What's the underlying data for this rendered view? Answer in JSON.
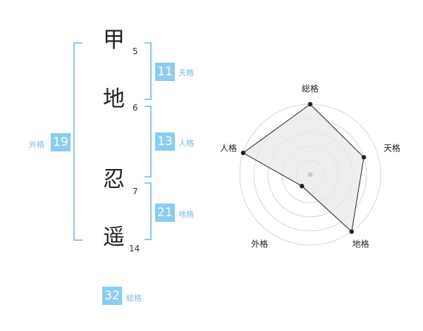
{
  "name": {
    "chars": [
      {
        "char": "甲",
        "strokes": "5"
      },
      {
        "char": "地",
        "strokes": "6"
      },
      {
        "char": "忍",
        "strokes": "7"
      },
      {
        "char": "遥",
        "strokes": "14"
      }
    ]
  },
  "kaku": {
    "tenkaku": {
      "value": "11",
      "label": "天格"
    },
    "jinkaku": {
      "value": "13",
      "label": "人格"
    },
    "chikaku": {
      "value": "21",
      "label": "地格"
    },
    "gaikaku": {
      "value": "19",
      "label": "外格"
    },
    "soukaku": {
      "value": "32",
      "label": "総格"
    }
  },
  "chart_data": {
    "type": "radar",
    "axes": [
      "総格",
      "天格",
      "地格",
      "外格",
      "人格"
    ],
    "values": [
      5,
      4,
      5,
      1,
      5
    ],
    "rmax": 5,
    "rings": 5,
    "colors": {
      "fill": "#e8e8e8",
      "ring": "#cccccc",
      "line": "#222222",
      "center": "#cccccc"
    }
  }
}
